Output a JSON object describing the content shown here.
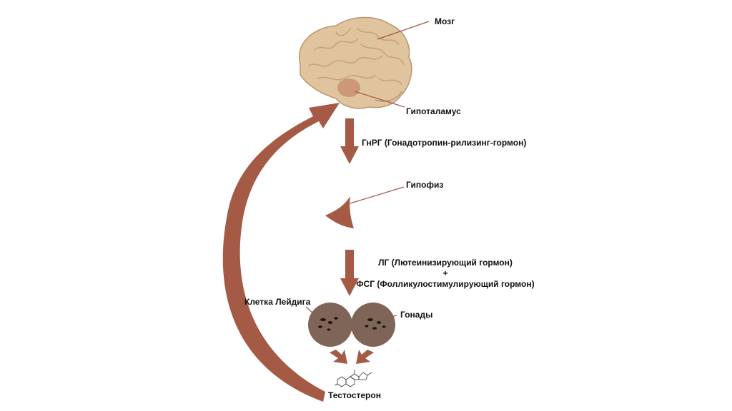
{
  "labels": {
    "brain": "Мозг",
    "hypothalamus": "Гипоталамус",
    "gnrh": "ГнРГ (Гонадотропин-рилизинг-гормон)",
    "pituitary": "Гипофиз",
    "lh": "ЛГ (Лютеинизирующий гормон)",
    "plus": "+",
    "fsh": "ФСГ (Фолликулостимулирующий гормон)",
    "leydig_cell": "Клетка Лейдига",
    "gonads": "Гонады",
    "testosterone": "Тестостерон"
  },
  "colors": {
    "arrow": "#a45a45",
    "brain_fill": "#dfc49e",
    "brain_stroke": "#b99670",
    "hypothalamus": "#c99070",
    "pituitary": "#a45a45",
    "gonad": "#7e6558",
    "pointer_line": "#a8554a"
  },
  "icons": {
    "brain": "brain-icon",
    "pituitary": "pituitary-gland-icon",
    "gonads": "gonad-icon",
    "molecule": "steroid-molecule-icon"
  }
}
